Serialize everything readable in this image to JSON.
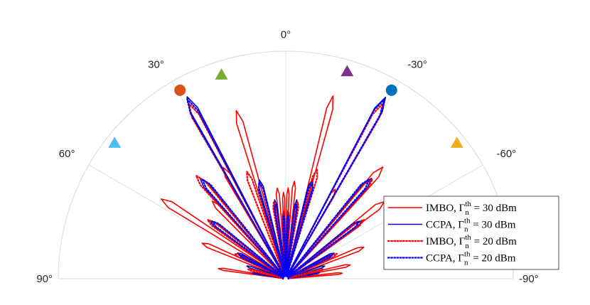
{
  "chart_data": {
    "type": "polar",
    "theta_range": [
      -90,
      90
    ],
    "theta_ticks": [
      {
        "value": 0,
        "label": "0°"
      },
      {
        "value": 30,
        "label": "30°"
      },
      {
        "value": -30,
        "label": "-30°"
      },
      {
        "value": 60,
        "label": "60°"
      },
      {
        "value": -60,
        "label": "-60°"
      },
      {
        "value": 90,
        "label": "90°"
      },
      {
        "value": -90,
        "label": "-90°"
      }
    ],
    "r_range": [
      0,
      1
    ],
    "grid": true,
    "legend_position": "right",
    "legend": [
      {
        "series": 0,
        "prefix": "IMBO, Γ",
        "sub": "n",
        "sup": "th",
        "suffix": " = 30 dBm"
      },
      {
        "series": 1,
        "prefix": "CCPA, Γ",
        "sub": "n",
        "sup": "th",
        "suffix": " = 30 dBm"
      },
      {
        "series": 2,
        "prefix": "IMBO, Γ",
        "sub": "n",
        "sup": "th",
        "suffix": " = 20 dBm"
      },
      {
        "series": 3,
        "prefix": "CCPA, Γ",
        "sub": "n",
        "sup": "th",
        "suffix": " = 20 dBm"
      }
    ],
    "markers": [
      {
        "name": "marker-orange-circle",
        "shape": "circle",
        "color": "#D95319",
        "theta": 29.3,
        "r": 0.95
      },
      {
        "name": "marker-green-triangle",
        "shape": "triangle",
        "color": "#77AC30",
        "theta": 17.5,
        "r": 0.94
      },
      {
        "name": "marker-purple-triangle",
        "shape": "triangle",
        "color": "#7E2F8E",
        "theta": -16.5,
        "r": 0.95
      },
      {
        "name": "marker-blue-circle",
        "shape": "circle",
        "color": "#0072BD",
        "theta": -29.3,
        "r": 0.95
      },
      {
        "name": "marker-cyan-triangle",
        "shape": "triangle",
        "color": "#4DBEEE",
        "theta": 51.6,
        "r": 0.96
      },
      {
        "name": "marker-yellow-triangle",
        "shape": "triangle",
        "color": "#EDB120",
        "theta": -51.6,
        "r": 0.96
      }
    ],
    "series": [
      {
        "color": "#FF0000",
        "dash": "solid",
        "lobes": [
          {
            "theta": 29.3,
            "r": 0.56,
            "w": 3.2
          },
          {
            "theta": 16.4,
            "r": 0.77,
            "w": 2.6
          },
          {
            "theta": 5.4,
            "r": 0.4,
            "w": 2.4
          },
          {
            "theta": 1.5,
            "r": 0.38,
            "w": 1.6
          },
          {
            "theta": -1.5,
            "r": 0.4,
            "w": 1.6
          },
          {
            "theta": -5.1,
            "r": 0.43,
            "w": 2.2
          },
          {
            "theta": -14.5,
            "r": 0.83,
            "w": 2.2
          },
          {
            "theta": -29.0,
            "r": 0.45,
            "w": 3.2
          },
          {
            "theta": -41.0,
            "r": 0.65,
            "w": 3.2
          },
          {
            "theta": -52.0,
            "r": 0.55,
            "w": 3.4
          },
          {
            "theta": 57.4,
            "r": 0.65,
            "w": 3.2
          },
          {
            "theta": 43.5,
            "r": 0.47,
            "w": 3.0
          },
          {
            "theta": 67.0,
            "r": 0.4,
            "w": 3.0
          },
          {
            "theta": -68.0,
            "r": 0.37,
            "w": 3.0
          },
          {
            "theta": -78.0,
            "r": 0.29,
            "w": 2.6
          },
          {
            "theta": 81.5,
            "r": 0.3,
            "w": 2.2
          },
          {
            "theta": -84.5,
            "r": 0.25,
            "w": 2.2
          }
        ]
      },
      {
        "color": "#0000CC",
        "dash": "solid",
        "lobes": [
          {
            "theta": 28.5,
            "r": 0.91,
            "w": 2.8
          },
          {
            "theta": -28.8,
            "r": 0.91,
            "w": 2.8
          },
          {
            "theta": 40.5,
            "r": 0.58,
            "w": 3.0
          },
          {
            "theta": -40.5,
            "r": 0.58,
            "w": 3.0
          },
          {
            "theta": 15.0,
            "r": 0.45,
            "w": 3.0
          },
          {
            "theta": -15.0,
            "r": 0.45,
            "w": 3.0
          },
          {
            "theta": 8.0,
            "r": 0.35,
            "w": 2.4
          },
          {
            "theta": -8.0,
            "r": 0.35,
            "w": 2.4
          },
          {
            "theta": 2.0,
            "r": 0.3,
            "w": 1.8
          },
          {
            "theta": -2.0,
            "r": 0.3,
            "w": 1.8
          },
          {
            "theta": 52.5,
            "r": 0.42,
            "w": 3.0
          },
          {
            "theta": -53.0,
            "r": 0.42,
            "w": 3.0
          },
          {
            "theta": 62.0,
            "r": 0.24,
            "w": 3.0
          },
          {
            "theta": -62.0,
            "r": 0.24,
            "w": 3.0
          },
          {
            "theta": 72.0,
            "r": 0.18,
            "w": 3.0
          },
          {
            "theta": -72.0,
            "r": 0.18,
            "w": 3.0
          },
          {
            "theta": 80.0,
            "r": 0.15,
            "w": 2.4
          },
          {
            "theta": -80.0,
            "r": 0.15,
            "w": 2.4
          }
        ]
      },
      {
        "color": "#FF0000",
        "dash": "dotted",
        "lobes": [
          {
            "theta": 29.0,
            "r": 0.88,
            "w": 2.6
          },
          {
            "theta": -29.0,
            "r": 0.88,
            "w": 2.6
          },
          {
            "theta": 41.0,
            "r": 0.6,
            "w": 3.0
          },
          {
            "theta": -41.0,
            "r": 0.58,
            "w": 3.0
          },
          {
            "theta": 20.0,
            "r": 0.5,
            "w": 2.8
          },
          {
            "theta": -16.0,
            "r": 0.5,
            "w": 2.8
          },
          {
            "theta": 9.0,
            "r": 0.34,
            "w": 2.4
          },
          {
            "theta": -9.0,
            "r": 0.34,
            "w": 2.4
          },
          {
            "theta": 2.0,
            "r": 0.3,
            "w": 1.8
          },
          {
            "theta": -2.0,
            "r": 0.3,
            "w": 1.8
          },
          {
            "theta": 53.0,
            "r": 0.43,
            "w": 3.0
          },
          {
            "theta": -53.0,
            "r": 0.43,
            "w": 3.0
          },
          {
            "theta": 64.0,
            "r": 0.25,
            "w": 3.0
          },
          {
            "theta": -64.0,
            "r": 0.25,
            "w": 3.0
          },
          {
            "theta": 76.0,
            "r": 0.17,
            "w": 3.0
          },
          {
            "theta": -76.0,
            "r": 0.17,
            "w": 3.0
          }
        ]
      },
      {
        "color": "#0000FF",
        "dash": "dotted",
        "lobes": [
          {
            "theta": 28.8,
            "r": 0.9,
            "w": 2.6
          },
          {
            "theta": -28.8,
            "r": 0.9,
            "w": 2.6
          },
          {
            "theta": 40.0,
            "r": 0.57,
            "w": 3.0
          },
          {
            "theta": -40.0,
            "r": 0.57,
            "w": 3.0
          },
          {
            "theta": 15.5,
            "r": 0.44,
            "w": 3.0
          },
          {
            "theta": -15.5,
            "r": 0.44,
            "w": 3.0
          },
          {
            "theta": 8.0,
            "r": 0.33,
            "w": 2.4
          },
          {
            "theta": -8.0,
            "r": 0.33,
            "w": 2.4
          },
          {
            "theta": 2.0,
            "r": 0.28,
            "w": 1.8
          },
          {
            "theta": -2.0,
            "r": 0.28,
            "w": 1.8
          },
          {
            "theta": 52.0,
            "r": 0.41,
            "w": 3.0
          },
          {
            "theta": -52.0,
            "r": 0.41,
            "w": 3.0
          },
          {
            "theta": 63.0,
            "r": 0.23,
            "w": 3.0
          },
          {
            "theta": -63.0,
            "r": 0.23,
            "w": 3.0
          }
        ]
      }
    ]
  }
}
